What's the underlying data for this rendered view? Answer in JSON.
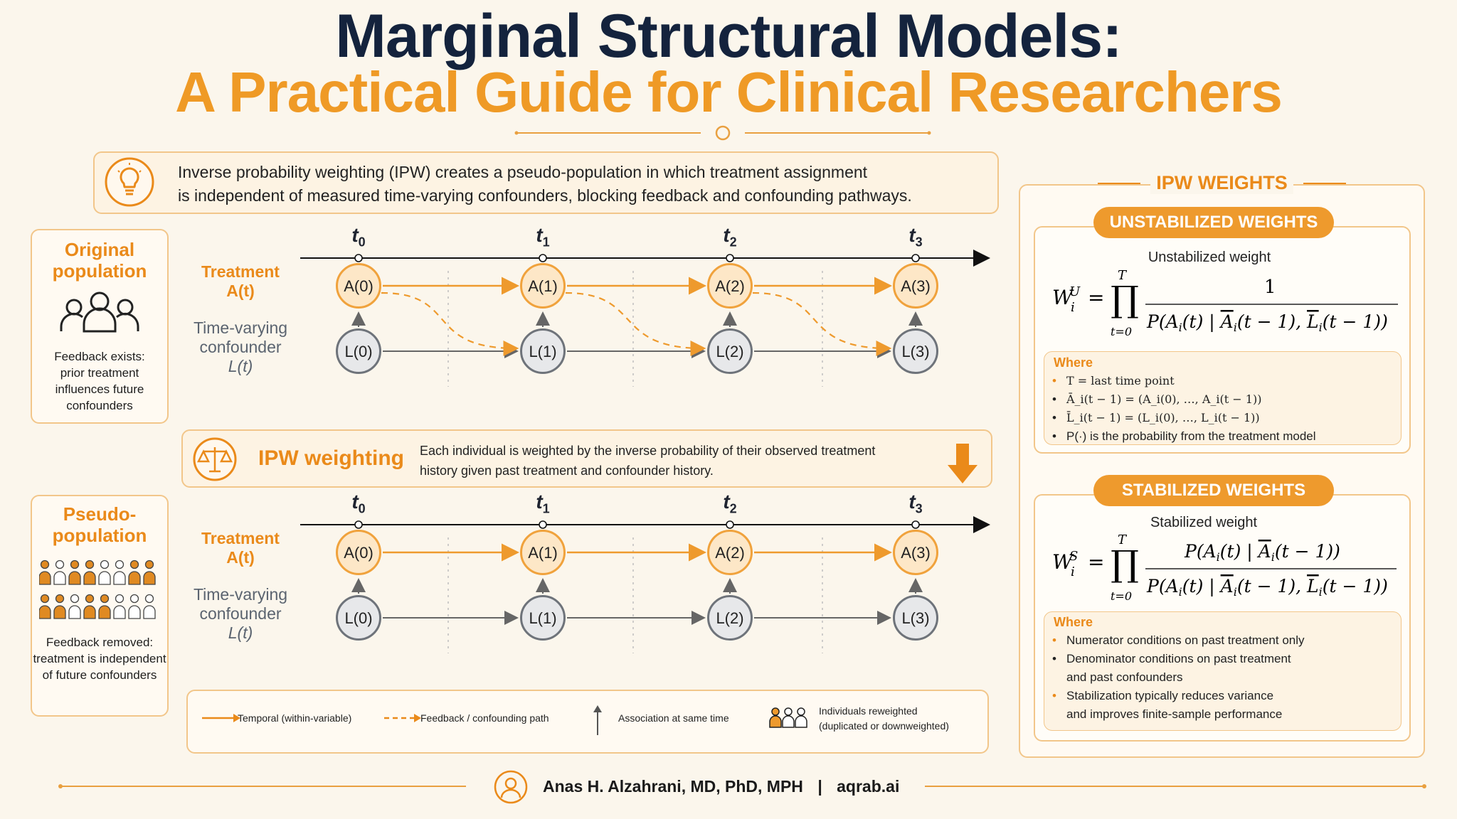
{
  "title": {
    "line1": "Marginal Structural Models:",
    "line2": "A Practical Guide for Clinical Researchers"
  },
  "intro": {
    "icon": "lightbulb-icon",
    "line1": "Inverse probability weighting (IPW) creates a pseudo-population in which treatment assignment",
    "line2": "is independent of measured time-varying confounders, blocking feedback and confounding pathways."
  },
  "original": {
    "title_line1": "Original",
    "title_line2": "population",
    "icon": "people-icon",
    "text": [
      "Feedback exists:",
      "prior treatment",
      "influences future",
      "confounders"
    ]
  },
  "pseudo": {
    "title_line1": "Pseudo-",
    "title_line2": "population",
    "icon": "crowd-icon",
    "text": [
      "Feedback removed:",
      "treatment is independent",
      "of future confounders"
    ]
  },
  "diagram": {
    "ticks": [
      "t",
      "t",
      "t",
      "t"
    ],
    "tick_subs": [
      "0",
      "1",
      "2",
      "3"
    ],
    "treatment_label": [
      "Treatment",
      "A(t)"
    ],
    "confounder_label": [
      "Time-varying",
      "confounder",
      "L(t)"
    ],
    "a_nodes": [
      "A(0)",
      "A(1)",
      "A(2)",
      "A(3)"
    ],
    "l_nodes": [
      "L(0)",
      "L(1)",
      "L(2)",
      "L(3)"
    ]
  },
  "ipw": {
    "icon": "scale-icon",
    "label": "IPW weighting",
    "text_line1": "Each individual is weighted by the inverse probability of their observed treatment",
    "text_line2": "history given past treatment and confounder history.",
    "arrow_icon": "down-arrow-icon"
  },
  "legend": {
    "temporal": "Temporal (within-variable)",
    "feedback": "Feedback / confounding path",
    "association": "Association at same time",
    "reweighted_line1": "Individuals reweighted",
    "reweighted_line2": "(duplicated or downweighted)"
  },
  "weights": {
    "header": "IPW WEIGHTS",
    "unstabilized": {
      "pill": "UNSTABILIZED WEIGHTS",
      "formula_title": "Unstabilized weight",
      "where": "Where",
      "items": [
        "T = last time point",
        "Ā_i(t − 1) = (A_i(0), …, A_i(t − 1))",
        "L̄_i(t − 1) = (L_i(0), …, L_i(t − 1))",
        "P(·) is the probability from the treatment model"
      ]
    },
    "stabilized": {
      "pill": "STABILIZED WEIGHTS",
      "formula_title": "Stabilized weight",
      "where": "Where",
      "items": [
        "Numerator conditions on past treatment only",
        "Denominator conditions on past treatment",
        "and past confounders",
        "Stabilization typically reduces variance",
        "and improves finite-sample performance"
      ]
    }
  },
  "footer": {
    "icon": "user-icon",
    "author": "Anas H. Alzahrani, MD, PhD, MPH",
    "separator": "|",
    "site": "aqrab.ai"
  },
  "colors": {
    "accent": "#ee9a2d",
    "navy": "#14233d",
    "panel_border": "#f2c68a",
    "panel_fill": "#fdf3e3",
    "gray_node": "#6e737a"
  }
}
